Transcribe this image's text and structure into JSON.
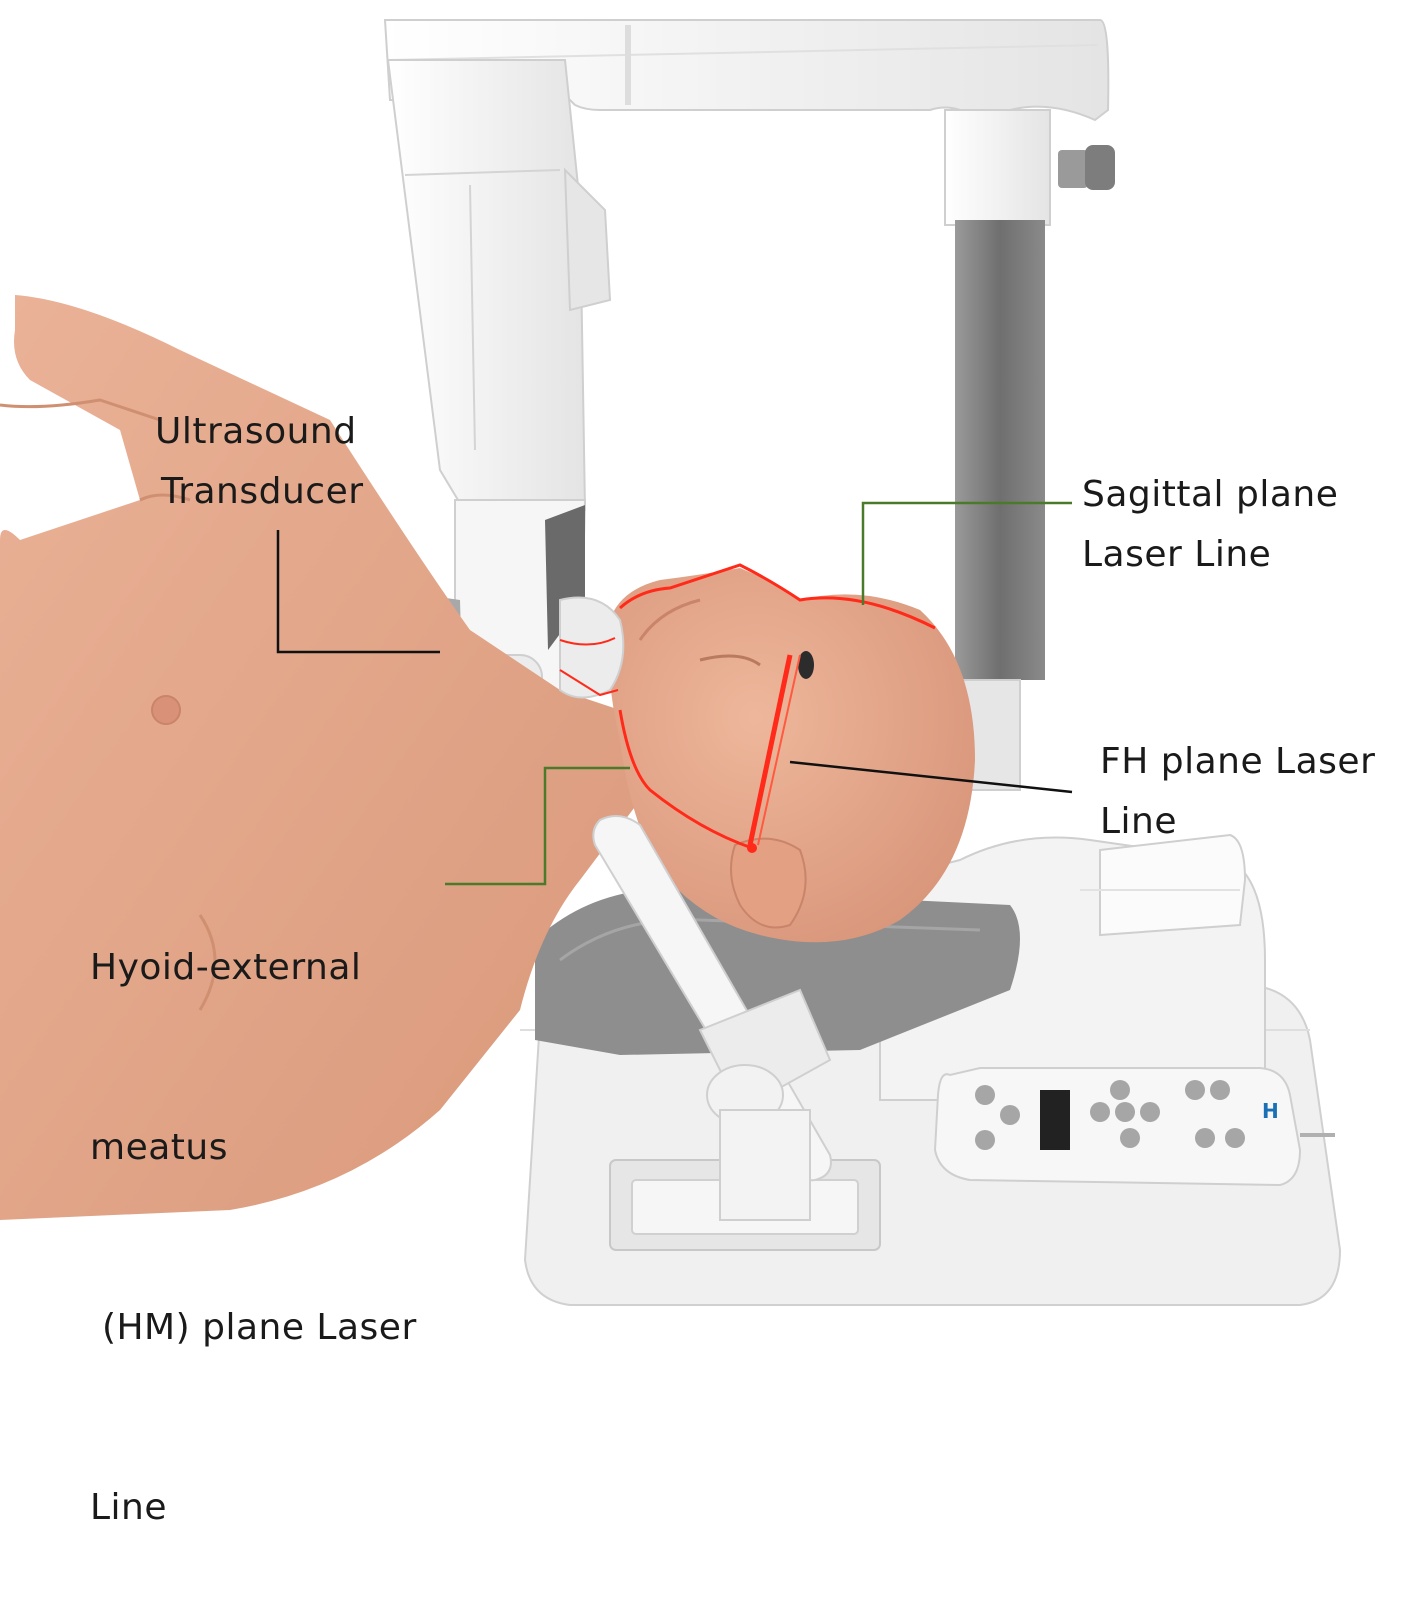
{
  "labels": {
    "ultrasound": [
      "Ultrasound",
      "Transducer"
    ],
    "sagittal": [
      "Sagittal plane",
      "Laser Line"
    ],
    "fh": [
      "FH plane Laser",
      "Line"
    ],
    "hm": [
      "Hyoid-external",
      "meatus",
      " (HM) plane Laser",
      "Line"
    ]
  },
  "colors": {
    "skin": "#e5a888",
    "skin_shade": "#d48f6e",
    "device": "#f2f2f2",
    "device_shade": "#d6d6d6",
    "pillar": "#7a7a7a",
    "cushion": "#8a8a8a",
    "laser": "#ff2a1a",
    "leader_green": "#4a7a2a",
    "leader_black": "#111111"
  }
}
